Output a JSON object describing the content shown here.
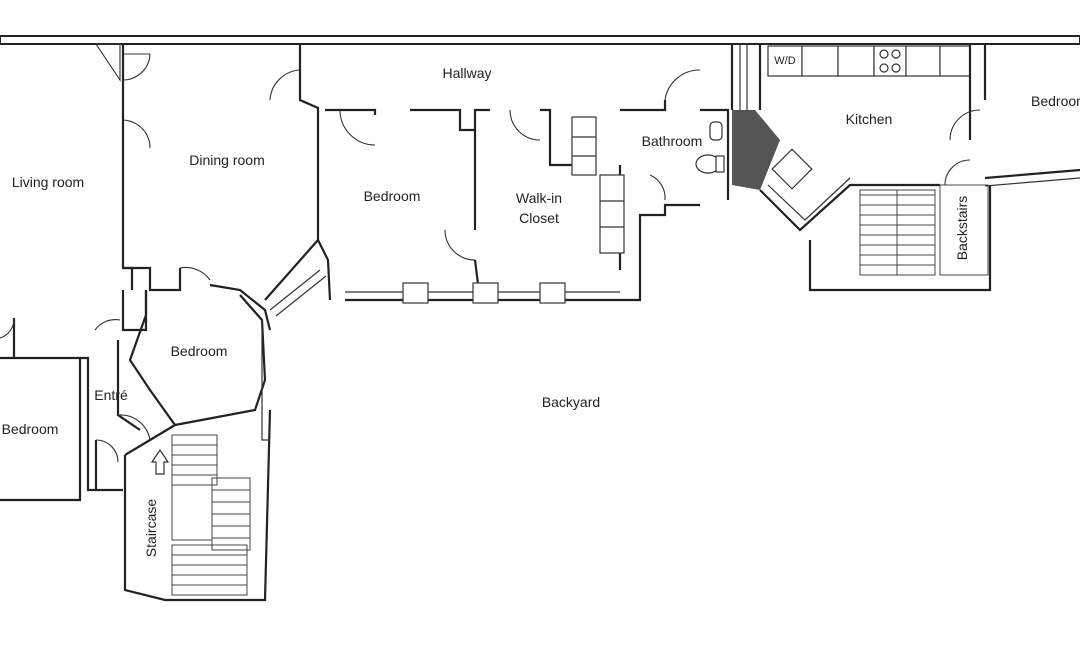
{
  "rooms": {
    "hallway": "Hallway",
    "living_room": "Living room",
    "dining_room": "Dining room",
    "bedroom_middle": "Bedroom",
    "walk_in_closet_line1": "Walk-in",
    "walk_in_closet_line2": "Closet",
    "bathroom": "Bathroom",
    "kitchen": "Kitchen",
    "bedroom_right": "Bedroom",
    "backstairs": "Backstairs",
    "bedroom_lower": "Bedroom",
    "entre": "Entré",
    "bedroom_left": "Bedroom",
    "staircase": "Staircase",
    "backyard": "Backyard"
  },
  "fixtures": {
    "washer_dryer": "W/D"
  }
}
